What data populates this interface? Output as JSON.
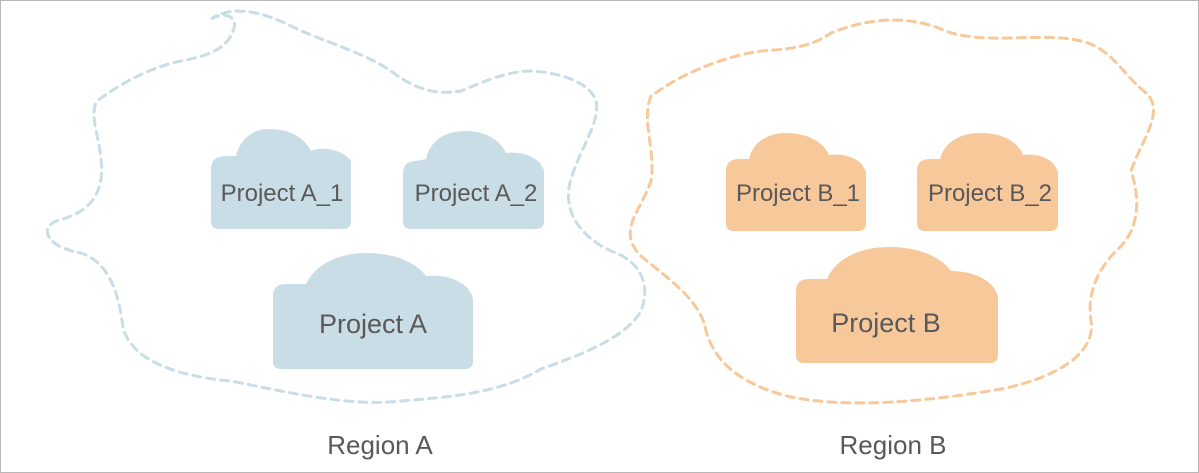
{
  "title": "Region and project relationship diagram",
  "colors": {
    "region_a": "#c9dde6",
    "region_b": "#f7c89a",
    "label_text": "#595959",
    "frame_border": "#b7b7b7"
  },
  "regions": [
    {
      "label": "Region A",
      "parent_project": "Project A",
      "subprojects": [
        "Project A_1",
        "Project A_2"
      ]
    },
    {
      "label": "Region B",
      "parent_project": "Project B",
      "subprojects": [
        "Project B_1",
        "Project B_2"
      ]
    }
  ]
}
